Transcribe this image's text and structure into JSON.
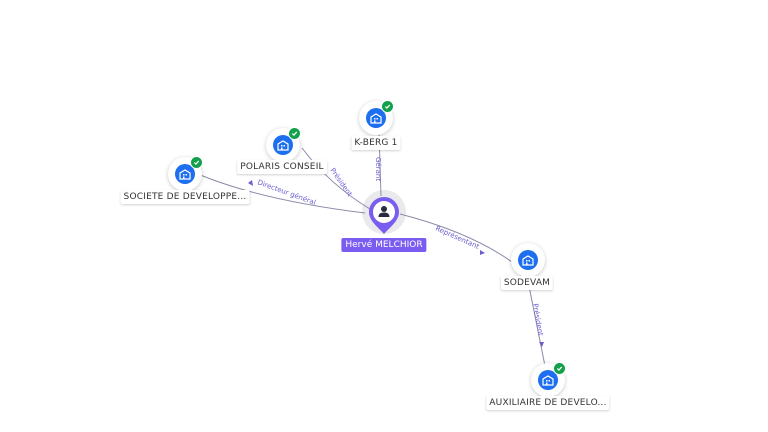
{
  "colors": {
    "company": "#1e6ef0",
    "verified": "#12a04a",
    "person": "#7b5cf0",
    "edge_label": "#6a5fd0"
  },
  "person": {
    "name": "Hervé MELCHIOR",
    "icon": "person-icon"
  },
  "companies": [
    {
      "id": "kberg",
      "label": "K-BERG 1",
      "verified": true,
      "icon": "building-icon"
    },
    {
      "id": "polaris",
      "label": "POLARIS CONSEIL",
      "verified": true,
      "icon": "building-icon"
    },
    {
      "id": "societe",
      "label": "SOCIETE DE DEVELOPPE...",
      "verified": true,
      "icon": "building-icon"
    },
    {
      "id": "sodevam",
      "label": "SODEVAM",
      "verified": false,
      "icon": "building-icon"
    },
    {
      "id": "auxiliaire",
      "label": "AUXILIAIRE DE DEVELO...",
      "verified": true,
      "icon": "building-icon"
    }
  ],
  "relations": [
    {
      "from": "person",
      "to": "kberg",
      "label": "Gérant"
    },
    {
      "from": "person",
      "to": "polaris",
      "label": "Président"
    },
    {
      "from": "person",
      "to": "societe",
      "label": "Directeur général"
    },
    {
      "from": "person",
      "to": "sodevam",
      "label": "Représentant"
    },
    {
      "from": "sodevam",
      "to": "auxiliaire",
      "label": "Président"
    }
  ]
}
